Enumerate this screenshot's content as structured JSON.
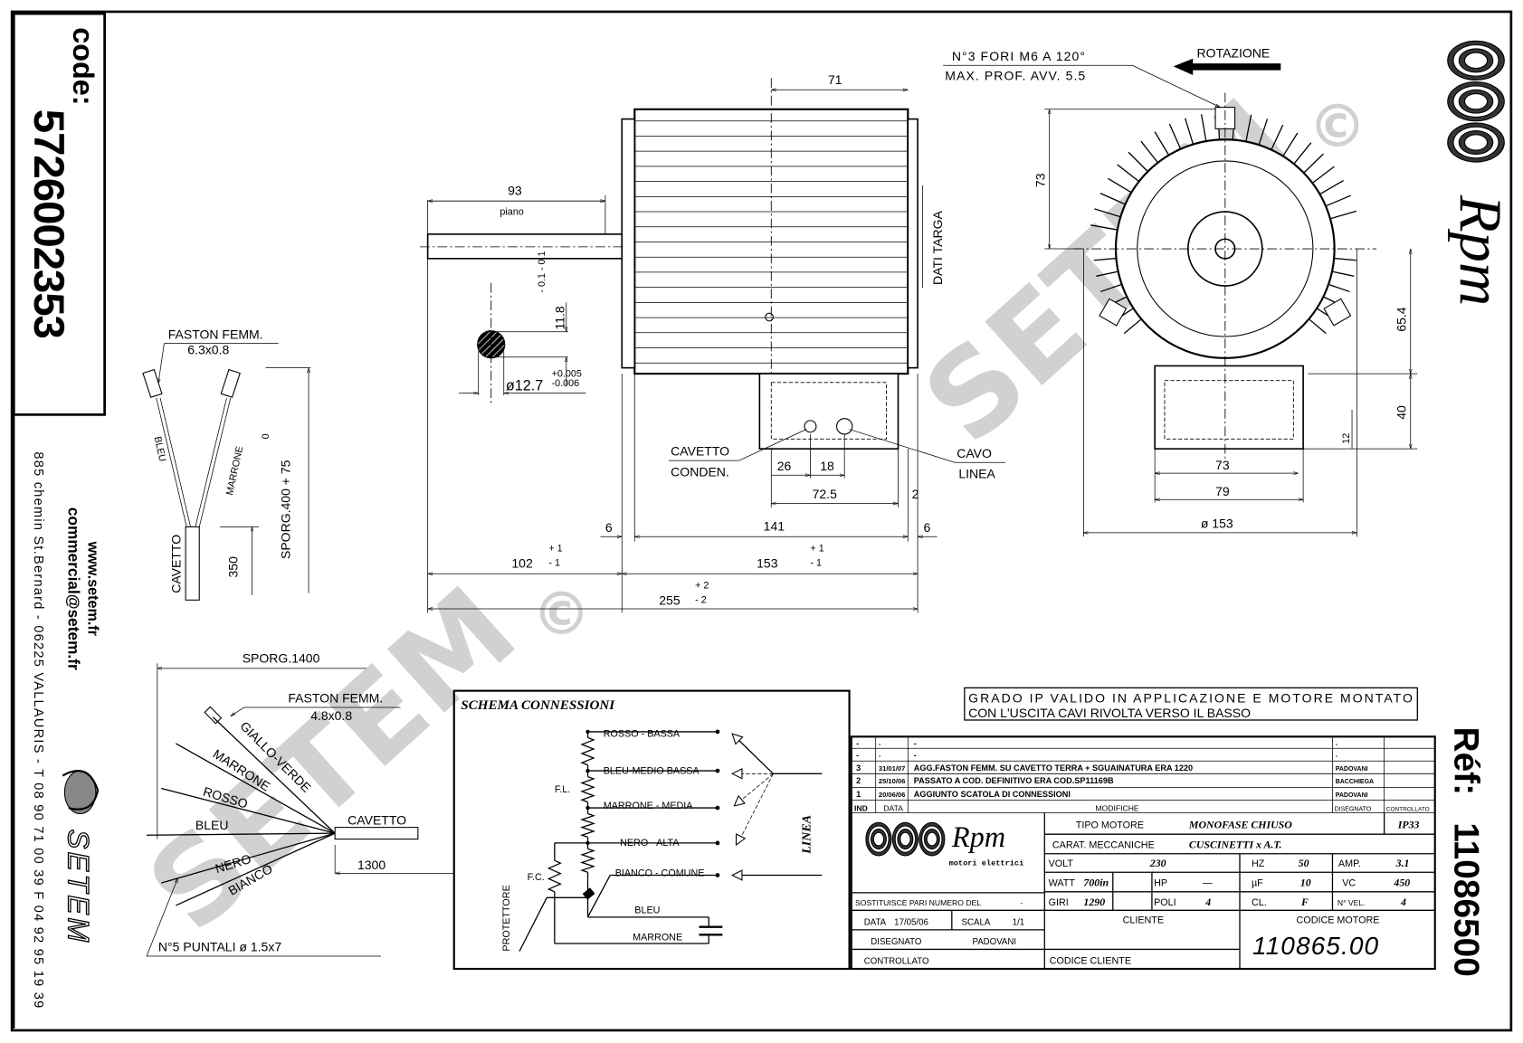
{
  "sidebar": {
    "code_label": "code:",
    "code": "5726002353",
    "website": "www.setem.fr",
    "email": "commercial@setem.fr",
    "address": "885 chemin St.Bernard - 06225 VALLAURIS - T 08 90 71 00 39  F 04 92 95 19 39",
    "logo_text": "SETEM"
  },
  "brand": {
    "logo_text": "Rpm",
    "subtitle": "motori elettrici",
    "ref_label": "Réf:",
    "ref": "11086500"
  },
  "watermark": {
    "text": "SETEM",
    "symbol": "©"
  },
  "front_view": {
    "holes_line1": "N°3 FORI M6 A 120°",
    "holes_line2": "MAX. PROF. AVV. 5.5",
    "rotation": "ROTAZIONE",
    "dims": {
      "d73_v": "73",
      "d65_4": "65.4",
      "d40": "40",
      "d12": "12",
      "d73_h": "73",
      "d79": "79",
      "d153": "ø 153"
    }
  },
  "side_view": {
    "dims": {
      "d71": "71",
      "d93": "93",
      "piano": "piano",
      "d11_8": "11.8",
      "d11_8_tol": "- 0.1 - 0.1",
      "shaft_dia": "ø12.7",
      "shaft_tol_up": "+0.005",
      "shaft_tol_down": "-0.006",
      "d26": "26",
      "d18": "18",
      "d72_5": "72.5",
      "d2": "2",
      "d6_left": "6",
      "d6_right": "6",
      "d141": "141",
      "d102": "102",
      "d102_tol_up": "+ 1",
      "d102_tol_down": "- 1",
      "d153": "153",
      "d153_tol_up": "+ 1",
      "d153_tol_down": "- 1",
      "d255": "255",
      "d255_tol_up": "+ 2",
      "d255_tol_down": "- 2"
    },
    "dati_targa": "DATI TARGA",
    "cavetto_conden_1": "CAVETTO",
    "cavetto_conden_2": "CONDEN.",
    "cavo_linea_1": "CAVO",
    "cavo_linea_2": "LINEA"
  },
  "capacitor_cable": {
    "faston": "FASTON FEMM.",
    "faston_size": "6.3x0.8",
    "wire_1": "BLEU",
    "wire_2": "MARRONE",
    "cable": "CAVETTO",
    "length": "350",
    "sporg": "SPORG.400 + 75",
    "sporg_tol": "0"
  },
  "line_cable": {
    "sporg": "SPORG.1400",
    "faston": "FASTON FEMM.",
    "faston_size": "4.8x0.8",
    "wires": [
      "GIALLO-VERDE",
      "MARRONE",
      "ROSSO",
      "BLEU",
      "NERO",
      "BIANCO"
    ],
    "cable": "CAVETTO",
    "length": "1300",
    "tips": "N°5 PUNTALI ø 1.5x7"
  },
  "schema": {
    "title": "SCHEMA CONNESSIONI",
    "taps": [
      "ROSSO - BASSA",
      "BLEU-MEDIO BASSA",
      "MARRONE - MEDIA",
      "NERO - ALTA",
      "BIANCO - COMUNE"
    ],
    "fl": "F.L.",
    "fc": "F.C.",
    "protettore": "PROTETTORE",
    "cap_wire_1": "BLEU",
    "cap_wire_2": "MARRONE",
    "linea": "LINEA"
  },
  "ip_note": {
    "line1": "GRADO IP VALIDO IN APPLICAZIONE E MOTORE MONTATO",
    "line2": "CON L'USCITA CAVI RIVOLTA VERSO IL BASSO"
  },
  "title_block": {
    "revisions": [
      {
        "ind": "-",
        "date": "-",
        "text": "-",
        "drawn": "-",
        "checked": ""
      },
      {
        "ind": "-",
        "date": "-",
        "text": "-",
        "drawn": "-",
        "checked": ""
      },
      {
        "ind": "3",
        "date": "31/01/07",
        "text": "AGG.FASTON FEMM. SU CAVETTO TERRA + SGUAINATURA ERA 1220",
        "drawn": "PADOVANI",
        "checked": ""
      },
      {
        "ind": "2",
        "date": "25/10/06",
        "text": "PASSATO A COD. DEFINITIVO ERA COD.SP11169B",
        "drawn": "BACCHIEGA",
        "checked": ""
      },
      {
        "ind": "1",
        "date": "20/06/06",
        "text": "AGGIUNTO SCATOLA DI CONNESSIONI",
        "drawn": "PADOVANI",
        "checked": ""
      }
    ],
    "rev_headers": {
      "ind": "IND",
      "date": "DATA",
      "text": "MODIFICHE",
      "drawn": "DISEGNATO",
      "checked": "CONTROLLATO"
    },
    "tipo_motore_label": "TIPO MOTORE",
    "tipo_motore": "MONOFASE CHIUSO",
    "ip": "IP33",
    "carat_label": "CARAT. MECCANICHE",
    "carat": "CUSCINETTI x A.T.",
    "volt_label": "VOLT",
    "volt": "230",
    "hz_label": "HZ",
    "hz": "50",
    "amp_label": "AMP.",
    "amp": "3.1",
    "watt_label": "WATT",
    "watt": "700in",
    "hp_label": "HP",
    "hp": "—",
    "uf_label": "µF",
    "uf": "10",
    "vc_label": "VC",
    "vc": "450",
    "giri_label": "GIRI",
    "giri": "1290",
    "poli_label": "POLI",
    "poli": "4",
    "cl_label": "CL.",
    "cl": "F",
    "vel_label": "N° VEL.",
    "vel": "4",
    "sostituisce_label": "SOSTITUISCE PARI NUMERO DEL",
    "sostituisce": "-",
    "data_label": "DATA",
    "data": "17/05/06",
    "scala_label": "SCALA",
    "scala": "1/1",
    "disegnato_label": "DISEGNATO",
    "disegnato": "PADOVANI",
    "controllato_label": "CONTROLLATO",
    "cliente_label": "CLIENTE",
    "codice_cliente_label": "CODICE CLIENTE",
    "codice_motore_label": "CODICE MOTORE",
    "codice_motore": "110865.00"
  }
}
